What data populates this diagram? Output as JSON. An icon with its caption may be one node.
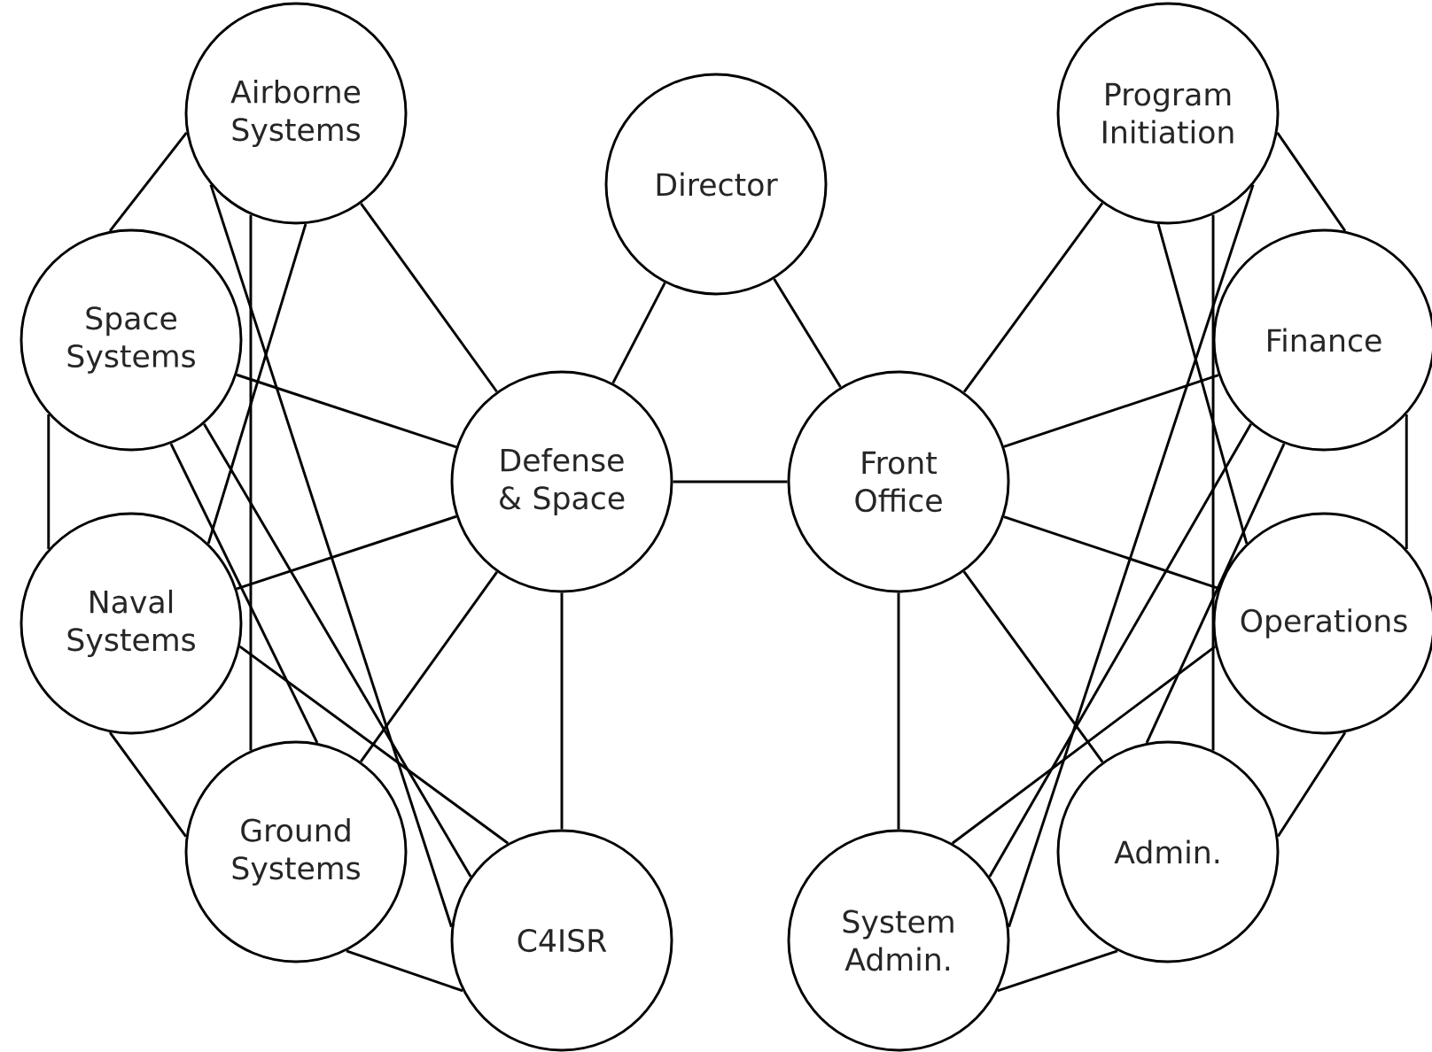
{
  "diagram": {
    "nodes": [
      {
        "text": [
          "Director"
        ]
      },
      {
        "text": [
          "Defense & Space"
        ]
      },
      {
        "text": [
          "Front Office"
        ]
      },
      {
        "text": [
          "Airborne Systems"
        ]
      },
      {
        "text": [
          "Space Systems"
        ]
      },
      {
        "text": [
          "Naval Systems"
        ]
      },
      {
        "text": [
          "Ground Systems"
        ]
      },
      {
        "text": [
          "C4ISR"
        ]
      },
      {
        "text": [
          "Program Initiation"
        ]
      },
      {
        "text": [
          "Finance"
        ]
      },
      {
        "text": [
          "Operations"
        ]
      },
      {
        "text": [
          "Admin."
        ]
      },
      {
        "text": [
          "System Admin."
        ]
      }
    ],
    "edges": [
      {
        "from": 0,
        "to": 1,
        "arrow": "none"
      },
      {
        "from": 0,
        "to": 2,
        "arrow": "none"
      },
      {
        "from": 1,
        "to": 2,
        "arrow": "none"
      },
      {
        "from": 3,
        "to": 1,
        "arrow": "none"
      },
      {
        "from": 4,
        "to": 1,
        "arrow": "none"
      },
      {
        "from": 5,
        "to": 1,
        "arrow": "none"
      },
      {
        "from": 6,
        "to": 1,
        "arrow": "none"
      },
      {
        "from": 7,
        "to": 1,
        "arrow": "none"
      },
      {
        "from": 3,
        "to": 4,
        "arrow": "none"
      },
      {
        "from": 3,
        "to": 5,
        "arrow": "none"
      },
      {
        "from": 3,
        "to": 6,
        "arrow": "none"
      },
      {
        "from": 3,
        "to": 7,
        "arrow": "none"
      },
      {
        "from": 4,
        "to": 5,
        "arrow": "none"
      },
      {
        "from": 4,
        "to": 6,
        "arrow": "none"
      },
      {
        "from": 4,
        "to": 7,
        "arrow": "none"
      },
      {
        "from": 5,
        "to": 6,
        "arrow": "none"
      },
      {
        "from": 5,
        "to": 7,
        "arrow": "none"
      },
      {
        "from": 6,
        "to": 7,
        "arrow": "none"
      },
      {
        "from": 8,
        "to": 2,
        "arrow": "none"
      },
      {
        "from": 9,
        "to": 2,
        "arrow": "none"
      },
      {
        "from": 10,
        "to": 2,
        "arrow": "none"
      },
      {
        "from": 11,
        "to": 2,
        "arrow": "none"
      },
      {
        "from": 12,
        "to": 2,
        "arrow": "none"
      },
      {
        "from": 8,
        "to": 9,
        "arrow": "none"
      },
      {
        "from": 8,
        "to": 10,
        "arrow": "none"
      },
      {
        "from": 8,
        "to": 11,
        "arrow": "none"
      },
      {
        "from": 8,
        "to": 12,
        "arrow": "none"
      },
      {
        "from": 9,
        "to": 10,
        "arrow": "none"
      },
      {
        "from": 9,
        "to": 11,
        "arrow": "none"
      },
      {
        "from": 9,
        "to": 12,
        "arrow": "none"
      },
      {
        "from": 10,
        "to": 11,
        "arrow": "none"
      },
      {
        "from": 10,
        "to": 12,
        "arrow": "none"
      },
      {
        "from": 11,
        "to": 12,
        "arrow": "none"
      }
    ]
  }
}
